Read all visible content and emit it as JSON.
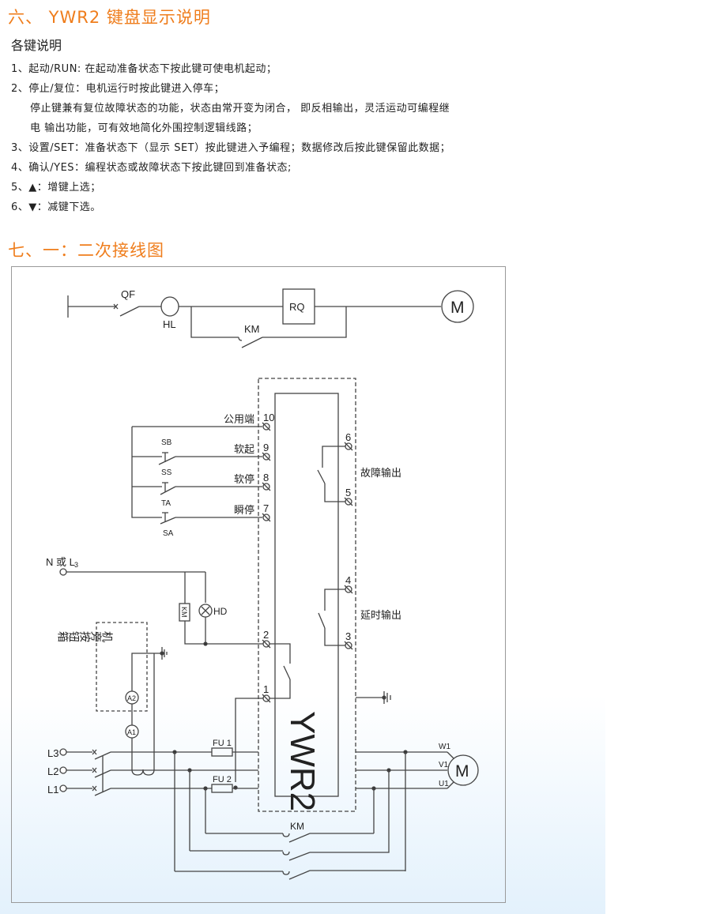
{
  "section6": {
    "title": "六、 YWR2 键盘显示说明",
    "subtitle": "各键说明",
    "lines": [
      "1、起动/RUN: 在起动准备状态下按此键可使电机起动；",
      "2、停止/复位：电机运行时按此键进入停车；",
      "停止键兼有复位故障状态的功能，状态由常开变为闭合， 即反相输出，灵活运动可编程继",
      "电 输出功能，可有效地简化外围控制逻辑线路；",
      "3、设置/SET：准备状态下（显示 SET）按此键进入予编程；数据修改后按此键保留此数据；",
      "4、确认/YES：编程状态或故障状态下按此键回到准备状态;",
      "5、▲：增键上选；",
      "6、▼：减键下选。"
    ]
  },
  "section7": {
    "title": "七、一：二次接线图"
  },
  "diagram": {
    "top": {
      "qf": "QF",
      "hl": "HL",
      "rq": "RQ",
      "km": "KM",
      "motor": "M"
    },
    "terminals_left": [
      {
        "num": "10",
        "label": "公用端"
      },
      {
        "num": "9",
        "label": "软起",
        "switch": "SB"
      },
      {
        "num": "8",
        "label": "软停",
        "switch": "SS"
      },
      {
        "num": "7",
        "label": "瞬停",
        "switch": "TA",
        "switch2": "SA"
      }
    ],
    "terminals_right": [
      {
        "num": "6"
      },
      {
        "num": "5"
      },
      {
        "num": "4"
      },
      {
        "num": "3"
      }
    ],
    "fault_output": "故障输出",
    "delay_output": "延时输出",
    "neutral": "N 或 L",
    "neutral_sub": "3",
    "km_coil": "KM",
    "hd": "HD",
    "term2": "2",
    "term1": "1",
    "button_box": "机旁按钮箱",
    "a2": "A2",
    "a1": "A1",
    "device": "YWR2",
    "fu1": "FU 1",
    "fu2": "FU 2",
    "phases": [
      "L3",
      "L2",
      "L1"
    ],
    "motor_phases": [
      "W1",
      "V1",
      "U1"
    ],
    "motor": "M",
    "km_bottom": "KM"
  },
  "colors": {
    "heading": "#ef7d1c",
    "wire": "#444444",
    "frame": "#9a9a9a"
  }
}
